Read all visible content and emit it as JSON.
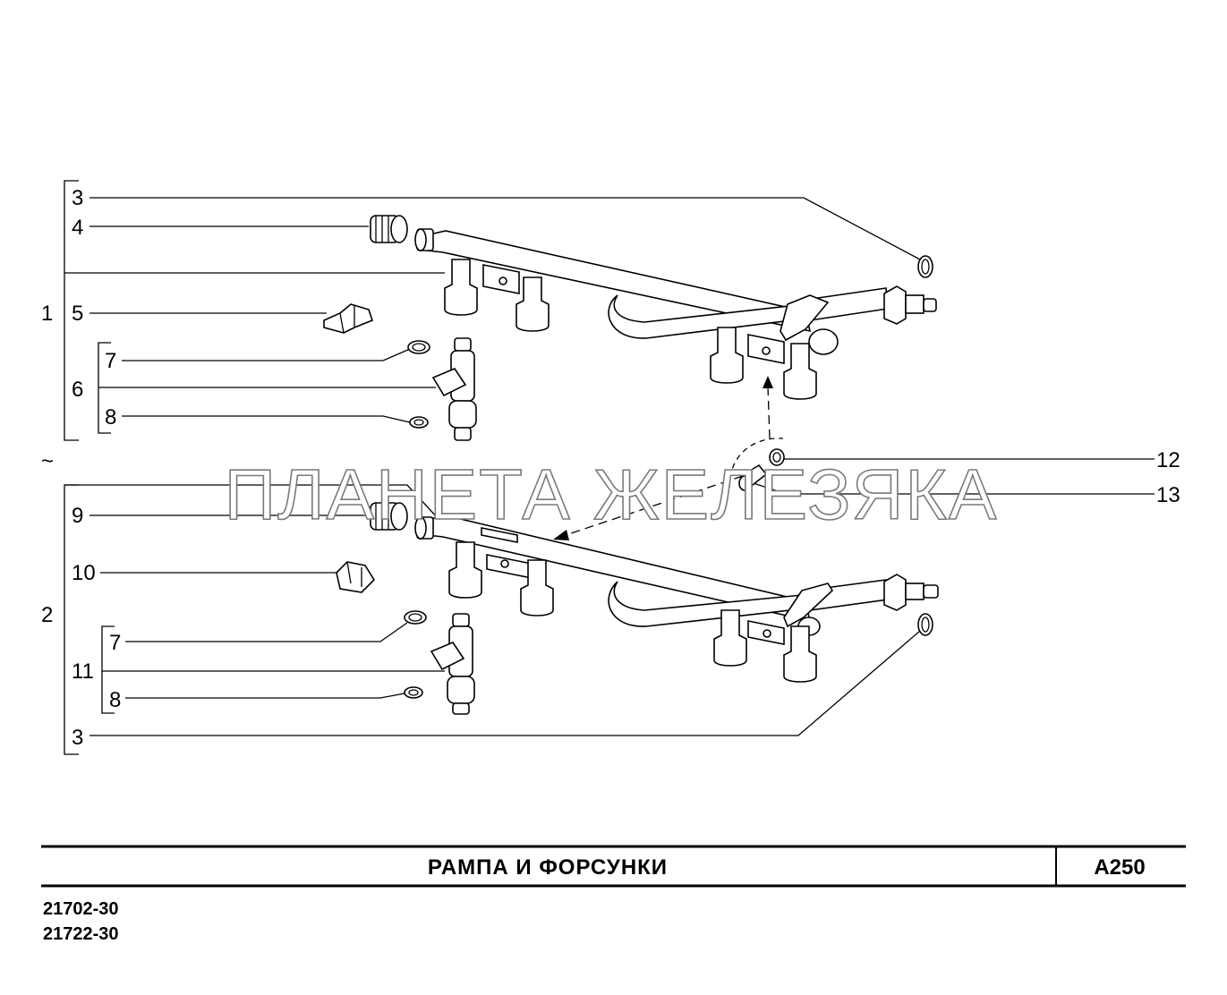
{
  "title": "РАМПА  И  ФОРСУНКИ",
  "code": "A250",
  "models": [
    "21702-30",
    "21722-30"
  ],
  "watermark": "ПЛАНЕТА ЖЕЛЕЗЯКА",
  "tilde": "~",
  "callouts": {
    "group1": "1",
    "group2": "2",
    "c3_top": "3",
    "c4": "4",
    "c5": "5",
    "c6": "6",
    "c7_top": "7",
    "c8_top": "8",
    "c9": "9",
    "c10": "10",
    "c11": "11",
    "c7_bottom": "7",
    "c8_bottom": "8",
    "c3_bottom": "3",
    "c12": "12",
    "c13": "13"
  }
}
